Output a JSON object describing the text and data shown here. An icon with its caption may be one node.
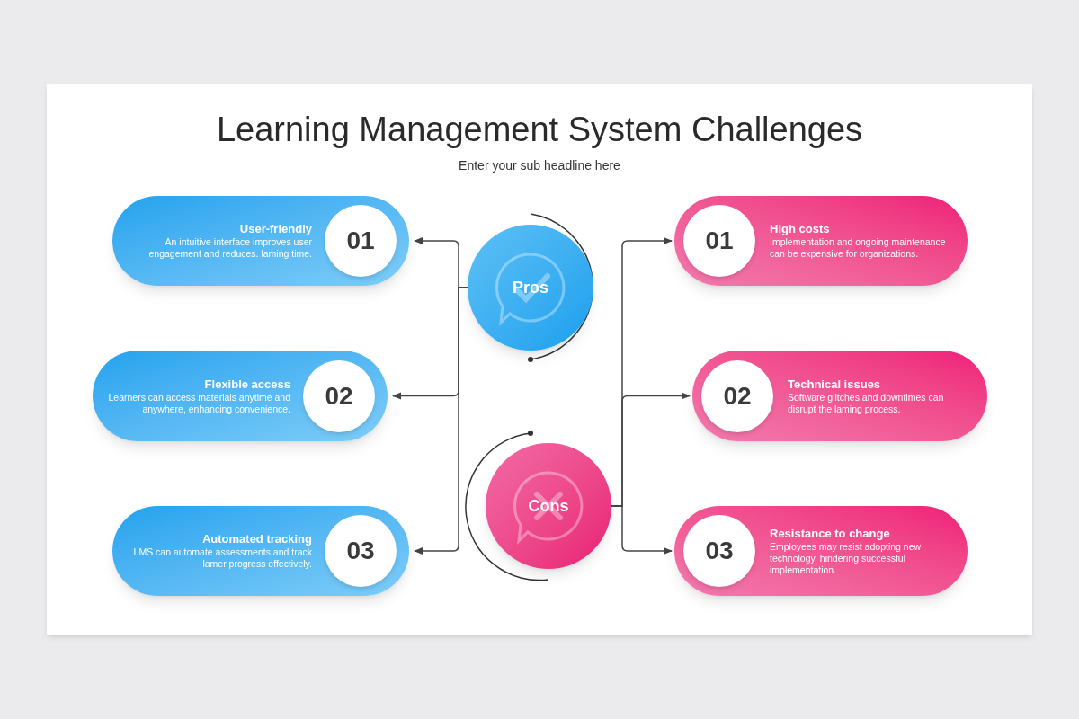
{
  "diagram": {
    "title": "Learning Management System Challenges",
    "nodes": [
      {
        "text": [
          "Pros"
        ]
      },
      {
        "text": [
          "01",
          "User-friendly",
          "An intuitive interface improves user engagement and reduces. laming time."
        ]
      },
      {
        "text": [
          "02",
          "Flexible access",
          "Learners can access materials anytime and anywhere, enhancing convenience."
        ]
      },
      {
        "text": [
          "03",
          "Automated tracking",
          "LMS can automate assessments and track lamer progress effectively."
        ]
      },
      {
        "text": [
          "Cons"
        ]
      },
      {
        "text": [
          "01",
          "High costs",
          "Implementation and ongoing maintenance can be expensive for organizations."
        ]
      },
      {
        "text": [
          "02",
          "Technical issues",
          "Software glitches and downtimes can disrupt the laming process."
        ]
      },
      {
        "text": [
          "03",
          "Resistance to change",
          "Employees may resist adopting new technology, hindering successful implementation."
        ]
      }
    ],
    "edges": [
      {
        "from": 0,
        "to": 1,
        "arrow": "to"
      },
      {
        "from": 0,
        "to": 2,
        "arrow": "to"
      },
      {
        "from": 0,
        "to": 3,
        "arrow": "to"
      },
      {
        "from": 4,
        "to": 5,
        "arrow": "to"
      },
      {
        "from": 4,
        "to": 6,
        "arrow": "to"
      },
      {
        "from": 4,
        "to": 7,
        "arrow": "to"
      }
    ],
    "labels": [
      "Enter your sub headline here"
    ]
  }
}
